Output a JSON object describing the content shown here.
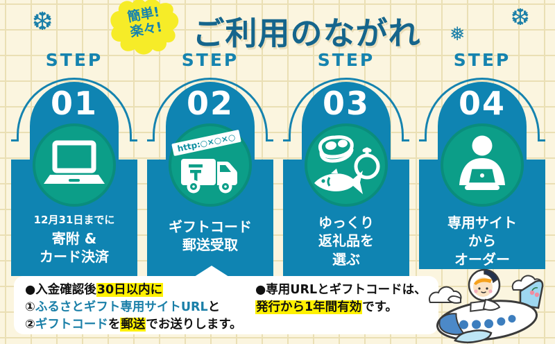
{
  "badge": {
    "line1": "簡単!",
    "line2": "楽々!"
  },
  "title": "ご利用のながれ",
  "steps": [
    {
      "label": "STEP",
      "number": "01",
      "icon": "laptop-icon",
      "caption_lines": [
        "12月31日までに",
        "寄附 &",
        "カード決済"
      ]
    },
    {
      "label": "STEP",
      "number": "02",
      "icon": "delivery-van-icon",
      "banner_text": "http:○×○×○",
      "caption_lines": [
        "ギフトコード",
        "郵送受取"
      ]
    },
    {
      "label": "STEP",
      "number": "03",
      "icon": "gift-foods-icon",
      "caption_lines": [
        "ゆっくり",
        "返礼品を",
        "選ぶ"
      ]
    },
    {
      "label": "STEP",
      "number": "04",
      "icon": "person-ordering-icon",
      "caption_lines": [
        "専用サイト",
        "から",
        "オーダー"
      ]
    }
  ],
  "notes": {
    "left": {
      "line1": {
        "prefix": "●入金確認後",
        "highlight": "30日以内に"
      },
      "line2": {
        "prefix": "①",
        "emphasis": "ふるさとギフト専用サイトURL",
        "suffix": "と"
      },
      "line3": {
        "prefix": "②",
        "emphasis": "ギフトコード",
        "mid": "を",
        "highlight": "郵送",
        "suffix": "でお送りします。"
      }
    },
    "right": {
      "line1": "●専用URLとギフトコードは、",
      "line2": {
        "highlight": "発行から1年間有効",
        "suffix": "です。"
      }
    }
  },
  "decor": {
    "snowflake1": "❆",
    "snowflake2": "❅",
    "snowflake3": "❆"
  },
  "colors": {
    "column_blue": "#0F84B2",
    "accent_blue": "#1583AF",
    "title_blue": "#15658C",
    "circle_green": "#0C9E88",
    "background_cream": "#FBF5DF",
    "badge_yellow": "#F6EC28",
    "highlight_yellow": "#FFF100",
    "note_teal": "#1A7FA8"
  }
}
